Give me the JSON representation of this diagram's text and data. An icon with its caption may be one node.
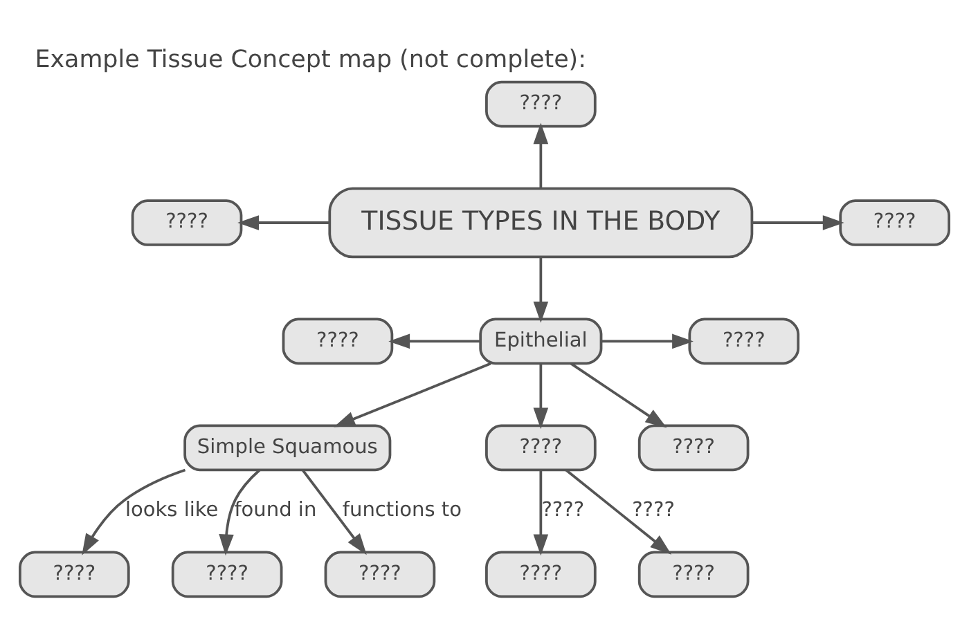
{
  "diagram": {
    "title": "Example Tissue Concept map (not complete):",
    "nodes": [
      {
        "text": [
          "TISSUE TYPES IN THE BODY"
        ]
      },
      {
        "text": [
          "????"
        ]
      },
      {
        "text": [
          "????"
        ]
      },
      {
        "text": [
          "????"
        ]
      },
      {
        "text": [
          "Epithelial"
        ]
      },
      {
        "text": [
          "????"
        ]
      },
      {
        "text": [
          "????"
        ]
      },
      {
        "text": [
          "????"
        ]
      },
      {
        "text": [
          "Simple Squamous"
        ]
      },
      {
        "text": [
          "????"
        ]
      },
      {
        "text": [
          "????"
        ]
      },
      {
        "text": [
          "????"
        ]
      },
      {
        "text": [
          "????"
        ]
      },
      {
        "text": [
          "????"
        ]
      },
      {
        "text": [
          "????"
        ]
      }
    ],
    "edges": [
      {
        "from": 0,
        "to": 1,
        "arrow": "to"
      },
      {
        "from": 0,
        "to": 2,
        "arrow": "to"
      },
      {
        "from": 0,
        "to": 3,
        "arrow": "to"
      },
      {
        "from": 0,
        "to": 4,
        "arrow": "to"
      },
      {
        "from": 4,
        "to": 5,
        "arrow": "to"
      },
      {
        "from": 4,
        "to": 6,
        "arrow": "to"
      },
      {
        "from": 4,
        "to": 7,
        "arrow": "to"
      },
      {
        "from": 4,
        "to": 8,
        "arrow": "to"
      },
      {
        "from": 4,
        "to": 9,
        "arrow": "to"
      },
      {
        "from": 9,
        "to": 10,
        "label": "????",
        "arrow": "to"
      },
      {
        "from": 9,
        "to": 11,
        "label": "????",
        "arrow": "to"
      },
      {
        "from": 8,
        "to": 12,
        "label": "looks like",
        "arrow": "to"
      },
      {
        "from": 8,
        "to": 13,
        "label": "found in",
        "arrow": "to"
      },
      {
        "from": 8,
        "to": 14,
        "label": "functions to",
        "arrow": "to"
      }
    ]
  }
}
